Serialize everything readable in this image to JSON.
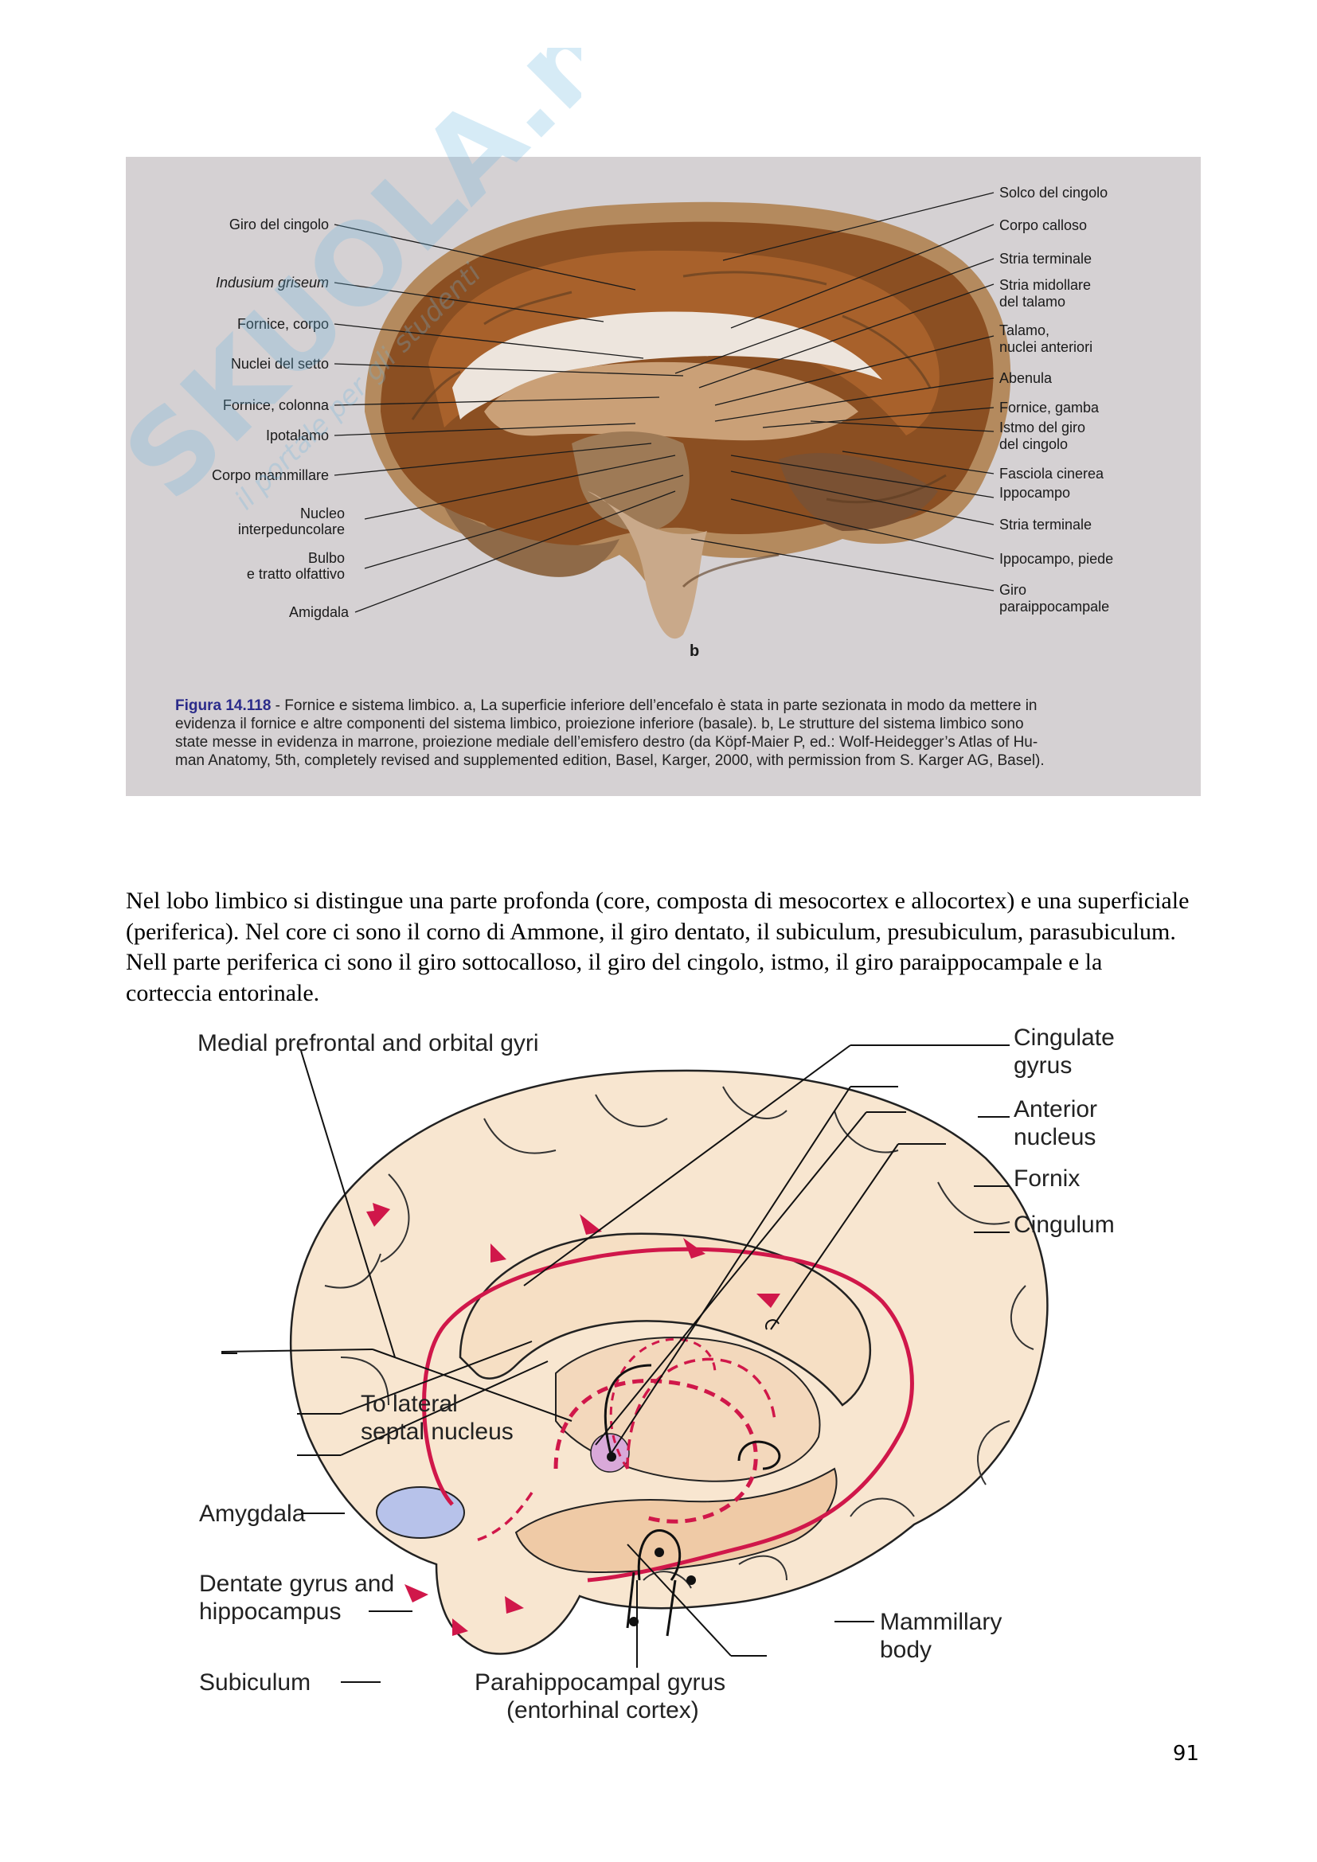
{
  "watermark": {
    "brand": "SKUOLA.net",
    "tagline": "il portale per gli studenti"
  },
  "figure1": {
    "labels_left": [
      "Giro del cingolo",
      "Indusium griseum",
      "Fornice, corpo",
      "Nuclei del setto",
      "Fornice, colonna",
      "Ipotalamo",
      "Corpo mammillare",
      "Nucleo",
      "interpeduncolare",
      "Bulbo",
      "e tratto olfattivo",
      "Amigdala"
    ],
    "labels_right": [
      "Solco del cingolo",
      "Corpo calloso",
      "Stria terminale",
      "Stria midollare",
      "del talamo",
      "Talamo,",
      "nuclei anteriori",
      "Abenula",
      "Fornice, gamba",
      "Istmo del giro",
      "del cingolo",
      "Fasciola cinerea",
      "Ippocampo",
      "Stria terminale",
      "Ippocampo, piede",
      "Giro",
      "paraippocampale"
    ],
    "panel_letter": "b",
    "caption": {
      "lead": "Figura 14.118",
      "lines": [
        " - Fornice e sistema limbico. a, La superficie inferiore dell’encefalo è stata in parte sezionata in modo da mettere in",
        "evidenza il fornice e altre componenti del sistema limbico, proiezione inferiore (basale). b, Le strutture del sistema limbico sono",
        "state messe in evidenza in marrone, proiezione mediale dell’emisfero destro (da Köpf-Maier P, ed.: Wolf-Heidegger’s Atlas of Hu-",
        "man Anatomy, 5th, completely revised and supplemented edition, Basel, Karger, 2000, with permission from S. Karger AG, Basel)."
      ]
    }
  },
  "body_text": "Nel lobo limbico si distingue una parte profonda (core, composta di mesocortex e allocortex) e una superficiale (periferica). Nel core ci sono il corno di Ammone, il giro dentato, il subiculum, presubiculum, parasubiculum. Nell parte periferica ci sono il giro sottocalloso, il giro del cingolo, istmo, il giro paraippocampale e la corteccia entorinale.",
  "figure2": {
    "title_label": "Medial prefrontal and orbital gyri",
    "right_labels": {
      "cingulate_1": "Cingulate",
      "cingulate_2": "gyrus",
      "anterior_1": "Anterior",
      "anterior_2": "nucleus",
      "fornix": "Fornix",
      "cingulum": "Cingulum"
    },
    "inner_labels": {
      "septal_1": "To lateral",
      "septal_2": "septal nucleus"
    },
    "left_labels": {
      "amygdala": "Amygdala",
      "dentate_1": "Dentate gyrus and",
      "dentate_2": "hippocampus",
      "subiculum": "Subiculum"
    },
    "bottom_labels": {
      "parahippo_1": "Parahippocampal gyrus",
      "parahippo_2": "(entorhinal cortex)",
      "mammillary_1": "Mammillary",
      "mammillary_2": "body"
    }
  },
  "page_number": "91"
}
